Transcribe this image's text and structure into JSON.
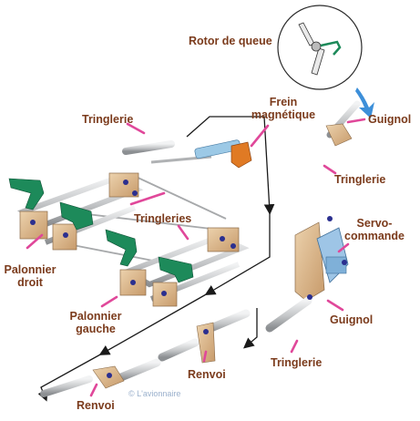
{
  "title": "",
  "labels": {
    "rotor": "Rotor de queue",
    "frein_line1": "Frein",
    "frein_line2": "magnétique",
    "tringlerie_top": "Tringlerie",
    "guignol_top": "Guignol",
    "tringlerie_right": "Tringlerie",
    "servo_line1": "Servo-",
    "servo_line2": "commande",
    "tringleries": "Tringleries",
    "palonnier_droit_line1": "Palonnier",
    "palonnier_droit_line2": "droit",
    "palonnier_gauche_line1": "Palonnier",
    "palonnier_gauche_line2": "gauche",
    "guignol_bottom": "Guignol",
    "tringlerie_bottom": "Tringlerie",
    "renvoi_middle": "Renvoi",
    "renvoi_left": "Renvoi"
  },
  "credit": "© L'avionnaire",
  "colors": {
    "label_text": "#7b3b1c",
    "leader_line": "#e0489a",
    "arrow_path": "#1a1a1a",
    "rotor_arrow": "#3d8fd9",
    "pedal_green": "#1d8a5a",
    "bracket_tan": "#d9b48a",
    "rod_gray": "#c8cacc",
    "servo_blue": "#7fb0d8",
    "brake_orange": "#e07a24",
    "bolt_navy": "#2b2f8f"
  }
}
